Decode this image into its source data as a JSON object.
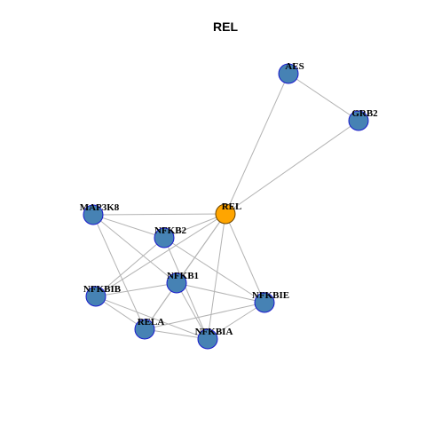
{
  "title": "REL",
  "colors": {
    "default_node": "#4682B4",
    "default_border": "#1a1acd",
    "focus_node": "#FFA500",
    "focus_border": "#6b4400",
    "edge": "#b3b3b3"
  },
  "nodes": [
    {
      "id": "AES",
      "label": "AES",
      "focus": false
    },
    {
      "id": "GRB2",
      "label": "GRB2",
      "focus": false
    },
    {
      "id": "REL",
      "label": "REL",
      "focus": true
    },
    {
      "id": "MAP3K8",
      "label": "MAP3K8",
      "focus": false
    },
    {
      "id": "NFKB2",
      "label": "NFKB2",
      "focus": false
    },
    {
      "id": "NFKB1",
      "label": "NFKB1",
      "focus": false
    },
    {
      "id": "NFKBIB",
      "label": "NFKBIB",
      "focus": false
    },
    {
      "id": "NFKBIE",
      "label": "NFKBIE",
      "focus": false
    },
    {
      "id": "RELA",
      "label": "RELA",
      "focus": false
    },
    {
      "id": "NFKBIA",
      "label": "NFKBIA",
      "focus": false
    }
  ],
  "edges": [
    [
      "AES",
      "GRB2"
    ],
    [
      "AES",
      "REL"
    ],
    [
      "GRB2",
      "REL"
    ],
    [
      "REL",
      "MAP3K8"
    ],
    [
      "REL",
      "NFKB2"
    ],
    [
      "REL",
      "NFKB1"
    ],
    [
      "REL",
      "NFKBIB"
    ],
    [
      "REL",
      "NFKBIE"
    ],
    [
      "REL",
      "RELA"
    ],
    [
      "REL",
      "NFKBIA"
    ],
    [
      "MAP3K8",
      "NFKB2"
    ],
    [
      "MAP3K8",
      "NFKB1"
    ],
    [
      "MAP3K8",
      "RELA"
    ],
    [
      "NFKB2",
      "NFKBIB"
    ],
    [
      "NFKB2",
      "NFKBIE"
    ],
    [
      "NFKB2",
      "NFKBIA"
    ],
    [
      "NFKB1",
      "NFKBIB"
    ],
    [
      "NFKB1",
      "NFKBIE"
    ],
    [
      "NFKB1",
      "RELA"
    ],
    [
      "NFKB1",
      "NFKBIA"
    ],
    [
      "NFKBIB",
      "RELA"
    ],
    [
      "NFKBIB",
      "NFKBIA"
    ],
    [
      "RELA",
      "NFKBIE"
    ],
    [
      "RELA",
      "NFKBIA"
    ],
    [
      "NFKBIA",
      "NFKBIE"
    ]
  ]
}
